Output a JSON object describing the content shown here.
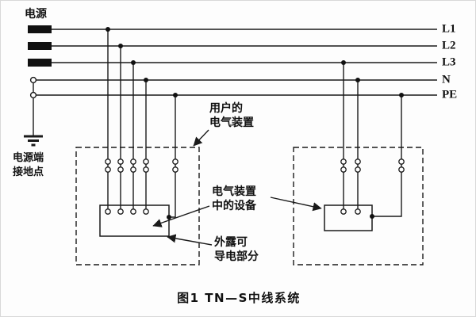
{
  "diagram": {
    "power_source_label": "电源",
    "source_ground_label_line1": "电源端",
    "source_ground_label_line2": "接地点",
    "bus_labels": {
      "l1": "L1",
      "l2": "L2",
      "l3": "L3",
      "n": "N",
      "pe": "PE"
    },
    "annotations": {
      "user_installation_line1": "用户的",
      "user_installation_line2": "电气装置",
      "equipment_line1": "电气装置",
      "equipment_line2": "中的设备",
      "exposed_parts_line1": "外露可",
      "exposed_parts_line2": "导电部分"
    },
    "caption": "图1  TN—S中线系统"
  },
  "colors": {
    "ink": "#1a1a1a",
    "background": "#fdfdfd"
  }
}
